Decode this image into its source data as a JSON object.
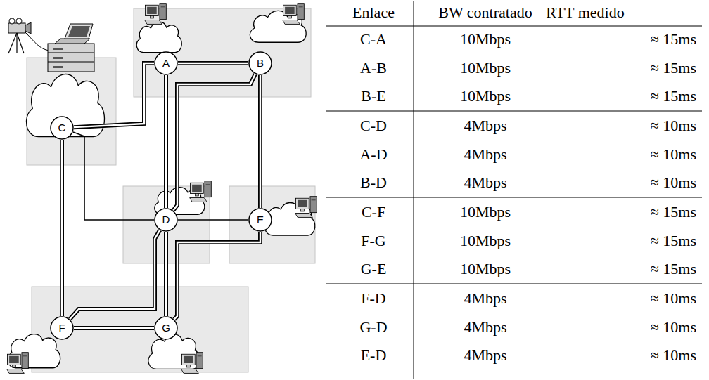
{
  "diagram": {
    "nodes": [
      {
        "text": [
          "A"
        ]
      },
      {
        "text": [
          "B"
        ]
      },
      {
        "text": [
          "C"
        ]
      },
      {
        "text": [
          "D"
        ]
      },
      {
        "text": [
          "E"
        ]
      },
      {
        "text": [
          "F"
        ]
      },
      {
        "text": [
          "G"
        ]
      }
    ],
    "edges": [
      {
        "from": 2,
        "to": 0,
        "arrow": "none"
      },
      {
        "from": 0,
        "to": 1,
        "arrow": "none"
      },
      {
        "from": 1,
        "to": 4,
        "arrow": "none"
      },
      {
        "from": 2,
        "to": 3,
        "arrow": "none"
      },
      {
        "from": 0,
        "to": 3,
        "arrow": "none"
      },
      {
        "from": 1,
        "to": 3,
        "arrow": "none"
      },
      {
        "from": 2,
        "to": 5,
        "arrow": "none"
      },
      {
        "from": 5,
        "to": 6,
        "arrow": "none"
      },
      {
        "from": 6,
        "to": 4,
        "arrow": "none"
      },
      {
        "from": 5,
        "to": 3,
        "arrow": "none"
      },
      {
        "from": 6,
        "to": 3,
        "arrow": "none"
      },
      {
        "from": 4,
        "to": 3,
        "arrow": "none"
      }
    ],
    "labels": [
      "Enlace",
      "BW contratado",
      "RTT medido",
      "C-A",
      "10Mbps",
      "≈ 15ms",
      "A-B",
      "10Mbps",
      "≈ 15ms",
      "B-E",
      "10Mbps",
      "≈ 15ms",
      "C-D",
      "4Mbps",
      "≈ 10ms",
      "A-D",
      "4Mbps",
      "≈ 10ms",
      "B-D",
      "4Mbps",
      "≈ 10ms",
      "C-F",
      "10Mbps",
      "≈ 15ms",
      "F-G",
      "10Mbps",
      "≈ 15ms",
      "G-E",
      "10Mbps",
      "≈ 15ms",
      "F-D",
      "4Mbps",
      "≈ 10ms",
      "G-D",
      "4Mbps",
      "≈ 10ms",
      "E-D",
      "4Mbps",
      "≈ 10ms"
    ]
  }
}
